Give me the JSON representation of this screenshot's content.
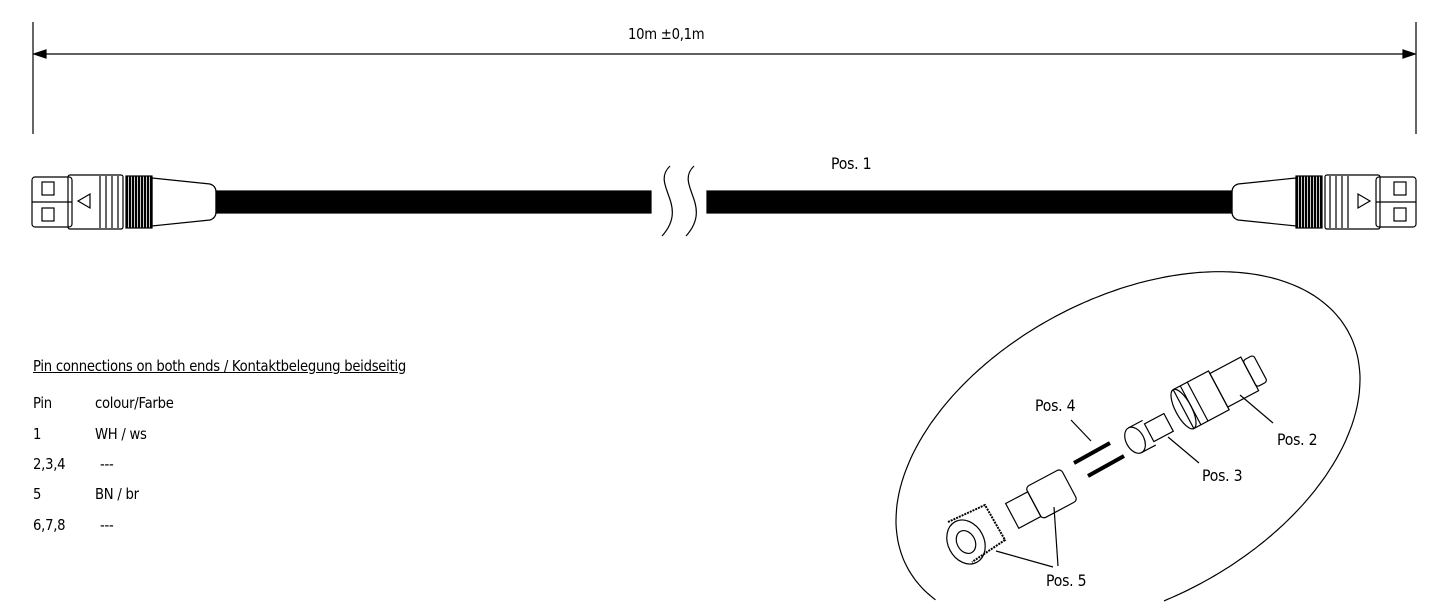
{
  "dimension": {
    "length_label": "10m  ±0,1m"
  },
  "cable": {
    "position_label": "Pos. 1"
  },
  "pin_table": {
    "heading": "Pin connections on both ends / Kontaktbelegung beidseitig",
    "header": {
      "pin": "Pin",
      "colour": "colour/Farbe"
    },
    "rows": [
      {
        "pin": "1",
        "colour": "WH / ws"
      },
      {
        "pin": "2,3,4",
        "colour": "---"
      },
      {
        "pin": "5",
        "colour": "BN / br"
      },
      {
        "pin": "6,7,8",
        "colour": "---"
      }
    ]
  },
  "exploded_view": {
    "labels": {
      "pos2": "Pos. 2",
      "pos3": "Pos. 3",
      "pos4": "Pos. 4",
      "pos5": "Pos. 5"
    }
  },
  "colors": {
    "line": "#000000",
    "background": "#ffffff"
  }
}
